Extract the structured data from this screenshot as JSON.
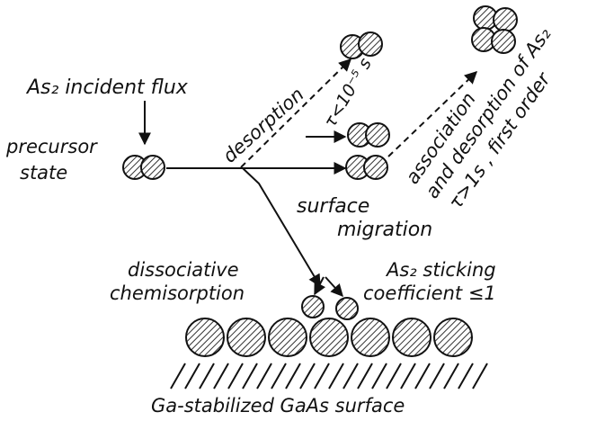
{
  "labels": {
    "incident_flux": "As₂ incident flux",
    "precursor_line1": "precursor",
    "precursor_line2": "state",
    "desorption": "desorption",
    "tau_short": "τ<10⁻⁵ s",
    "association_line1": "association",
    "association_line2": "and desorption of As₂",
    "association_line3": "τ>1s , first order",
    "surface_line1": "surface",
    "surface_line2": "migration",
    "dissociative_line1": "dissociative",
    "dissociative_line2": "chemisorption",
    "sticking_line1": "As₂  sticking",
    "sticking_line2": "coefficient ≤1",
    "substrate": "Ga-stabilized GaAs surface"
  },
  "colors": {
    "ink": "#111111",
    "hatch": "#333333",
    "background": "#ffffff"
  }
}
